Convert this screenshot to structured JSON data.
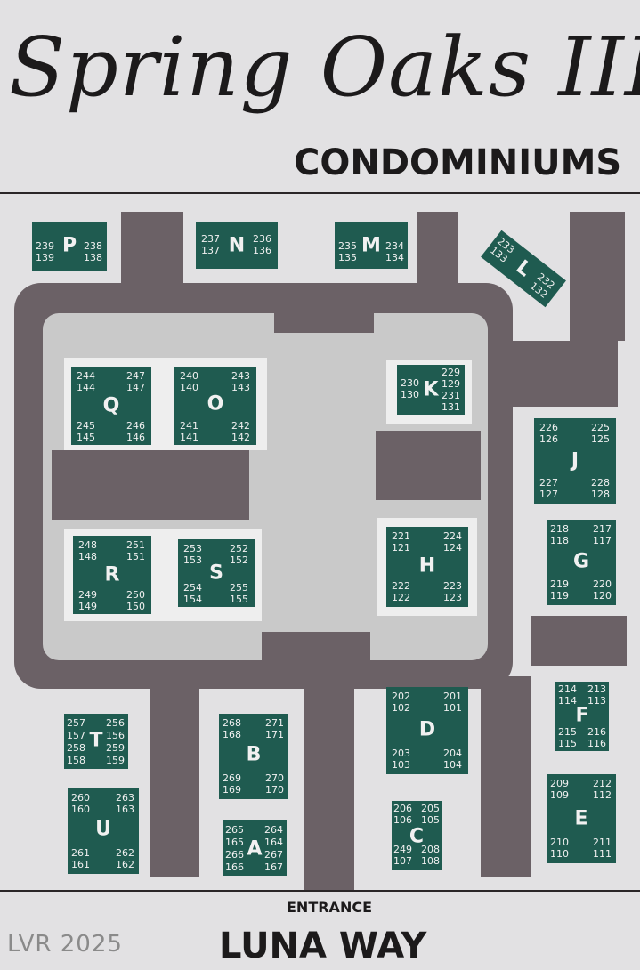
{
  "header": {
    "title": "Spring Oaks III",
    "subtitle": "CONDOMINIUMS"
  },
  "footer": {
    "entrance_label": "ENTRANCE",
    "street_name": "LUNA WAY",
    "watermark": "LVR 2025"
  },
  "colors": {
    "building": "#1f5b50",
    "road": "#6b6166",
    "courtyard": "#c9c9c9",
    "background": "#e2e1e3"
  },
  "buildings": [
    {
      "letter": "P",
      "units": [
        [
          "239",
          "139"
        ],
        [
          "238",
          "138"
        ]
      ]
    },
    {
      "letter": "N",
      "units": [
        [
          "237",
          "137"
        ],
        [
          "236",
          "136"
        ]
      ]
    },
    {
      "letter": "M",
      "units": [
        [
          "235",
          "135"
        ],
        [
          "234",
          "134"
        ]
      ]
    },
    {
      "letter": "L",
      "units": [
        [
          "233",
          "133"
        ],
        [
          "232",
          "132"
        ]
      ]
    },
    {
      "letter": "Q",
      "units": [
        [
          "244",
          "144"
        ],
        [
          "247",
          "147"
        ],
        [
          "245",
          "145"
        ],
        [
          "246",
          "146"
        ]
      ]
    },
    {
      "letter": "O",
      "units": [
        [
          "240",
          "140"
        ],
        [
          "243",
          "143"
        ],
        [
          "241",
          "141"
        ],
        [
          "242",
          "142"
        ]
      ]
    },
    {
      "letter": "K",
      "units": [
        [
          "230",
          "130"
        ],
        [
          "229",
          "129"
        ],
        [
          "231",
          "131"
        ]
      ]
    },
    {
      "letter": "J",
      "units": [
        [
          "226",
          "126"
        ],
        [
          "225",
          "125"
        ],
        [
          "227",
          "127"
        ],
        [
          "228",
          "128"
        ]
      ]
    },
    {
      "letter": "R",
      "units": [
        [
          "248",
          "148"
        ],
        [
          "251",
          "151"
        ],
        [
          "249",
          "149"
        ],
        [
          "250",
          "150"
        ]
      ]
    },
    {
      "letter": "S",
      "units": [
        [
          "253",
          "153"
        ],
        [
          "252",
          "152"
        ],
        [
          "254",
          "154"
        ],
        [
          "255",
          "155"
        ]
      ]
    },
    {
      "letter": "H",
      "units": [
        [
          "221",
          "121"
        ],
        [
          "224",
          "124"
        ],
        [
          "222",
          "122"
        ],
        [
          "223",
          "123"
        ]
      ]
    },
    {
      "letter": "G",
      "units": [
        [
          "218",
          "118"
        ],
        [
          "217",
          "117"
        ],
        [
          "219",
          "119"
        ],
        [
          "220",
          "120"
        ]
      ]
    },
    {
      "letter": "T",
      "units": [
        [
          "257",
          "157"
        ],
        [
          "256",
          "156"
        ],
        [
          "258",
          "158"
        ],
        [
          "259",
          "159"
        ]
      ]
    },
    {
      "letter": "B",
      "units": [
        [
          "268",
          "168"
        ],
        [
          "271",
          "171"
        ],
        [
          "269",
          "169"
        ],
        [
          "270",
          "170"
        ]
      ]
    },
    {
      "letter": "D",
      "units": [
        [
          "202",
          "102"
        ],
        [
          "201",
          "101"
        ],
        [
          "203",
          "103"
        ],
        [
          "204",
          "104"
        ]
      ]
    },
    {
      "letter": "F",
      "units": [
        [
          "214",
          "114"
        ],
        [
          "213",
          "113"
        ],
        [
          "215",
          "115"
        ],
        [
          "216",
          "116"
        ]
      ]
    },
    {
      "letter": "U",
      "units": [
        [
          "260",
          "160"
        ],
        [
          "263",
          "163"
        ],
        [
          "261",
          "161"
        ],
        [
          "262",
          "162"
        ]
      ]
    },
    {
      "letter": "A",
      "units": [
        [
          "265",
          "165"
        ],
        [
          "264",
          "164"
        ],
        [
          "266",
          "166"
        ],
        [
          "267",
          "167"
        ]
      ]
    },
    {
      "letter": "C",
      "units": [
        [
          "206",
          "106"
        ],
        [
          "205",
          "105"
        ],
        [
          "249",
          "107"
        ],
        [
          "208",
          "108"
        ]
      ]
    },
    {
      "letter": "E",
      "units": [
        [
          "209",
          "109"
        ],
        [
          "212",
          "112"
        ],
        [
          "210",
          "110"
        ],
        [
          "211",
          "111"
        ]
      ]
    }
  ]
}
